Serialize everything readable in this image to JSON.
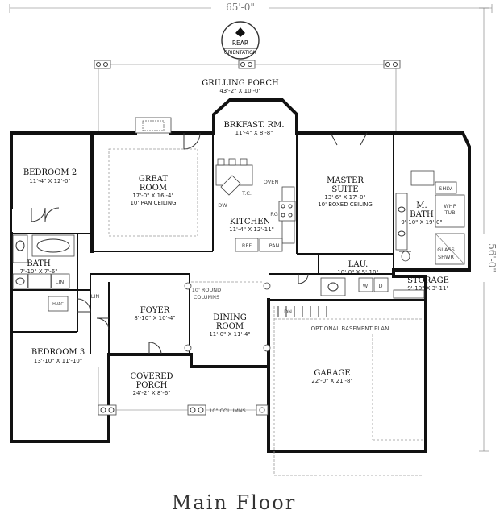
{
  "plan": {
    "title": "Main Floor",
    "dimensions": {
      "width": "65'-0\"",
      "depth": "56'-0\""
    },
    "orientation": {
      "line1": "REAR",
      "line2": "ORIENTATION"
    },
    "rooms": {
      "grilling_porch": {
        "name": "GRILLING PORCH",
        "size": "43'-2\" X 10'-0\""
      },
      "breakfast": {
        "name": "BRKFAST. RM.",
        "size": "11'-4\" X 8'-8\""
      },
      "great_room": {
        "name1": "GREAT",
        "name2": "ROOM",
        "size": "17'-0\" X 16'-4\"",
        "note": "10' PAN CEILING"
      },
      "kitchen": {
        "name": "KITCHEN",
        "size": "11'-4\" X 12'-11\""
      },
      "master": {
        "name1": "MASTER",
        "name2": "SUITE",
        "size": "13'-6\" X 17'-0\"",
        "note": "10' BOXED CEILING"
      },
      "m_bath": {
        "name1": "M.",
        "name2": "BATH",
        "size": "9'-10\" X 19'-0\""
      },
      "bedroom2": {
        "name": "BEDROOM 2",
        "size": "11'-4\" X 12'-0\""
      },
      "bath": {
        "name": "BATH",
        "size": "7'-10\" X 7'-6\""
      },
      "bedroom3": {
        "name": "BEDROOM 3",
        "size": "13'-10\" X 11'-10\""
      },
      "foyer": {
        "name": "FOYER",
        "size": "8'-10\" X 10'-4\""
      },
      "dining": {
        "name1": "DINING",
        "name2": "ROOM",
        "size": "11'-0\" X 11'-4\""
      },
      "lau": {
        "name": "LAU.",
        "size": "10'-0\" X 5'-10\""
      },
      "storage": {
        "name": "STORAGE",
        "size": "9'-10\" X 3'-11\""
      },
      "garage": {
        "name": "GARAGE",
        "size": "22'-0\" X 21'-8\""
      },
      "covered_porch": {
        "name1": "COVERED",
        "name2": "PORCH",
        "size": "24'-2\" X 8'-6\""
      }
    },
    "labels": {
      "oven": "OVEN",
      "dw": "DW",
      "tc": "T.C.",
      "rg": "RG",
      "ref": "REF",
      "pan": "PAN",
      "shlv": "SHLV.",
      "whp1": "WHP",
      "whp2": "TUB",
      "glass1": "GLASS",
      "glass2": "SHWR",
      "lin": "LIN",
      "hvac": "HVAC",
      "w": "W",
      "d": "D",
      "dn": "DN",
      "basement": "OPTIONAL BASEMENT PLAN",
      "round1": "10' ROUND",
      "round2": "COLUMNS",
      "columns": "10\" COLUMNS"
    }
  }
}
